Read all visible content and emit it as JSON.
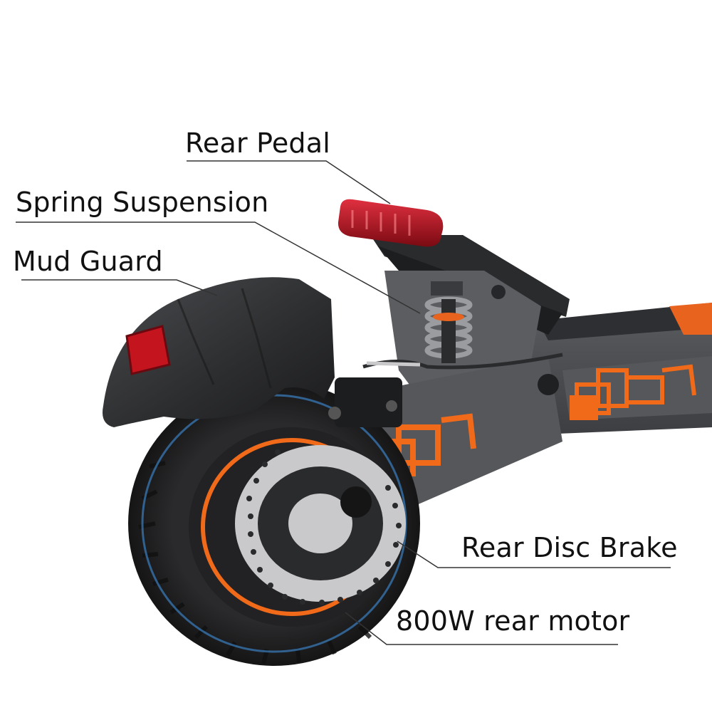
{
  "callouts": {
    "rear_pedal": "Rear Pedal",
    "spring_suspension": "Spring Suspension",
    "mud_guard": "Mud Guard",
    "rear_disc_brake": "Rear Disc Brake",
    "rear_motor": "800W rear motor"
  },
  "colors": {
    "deck_gray": "#4a4c50",
    "accent_orange": "#f06a1a",
    "taillight_red": "#c0101c",
    "tire_black": "#1e1e20",
    "rotor_silver": "#c9c9cc",
    "leader_line": "#333333"
  }
}
